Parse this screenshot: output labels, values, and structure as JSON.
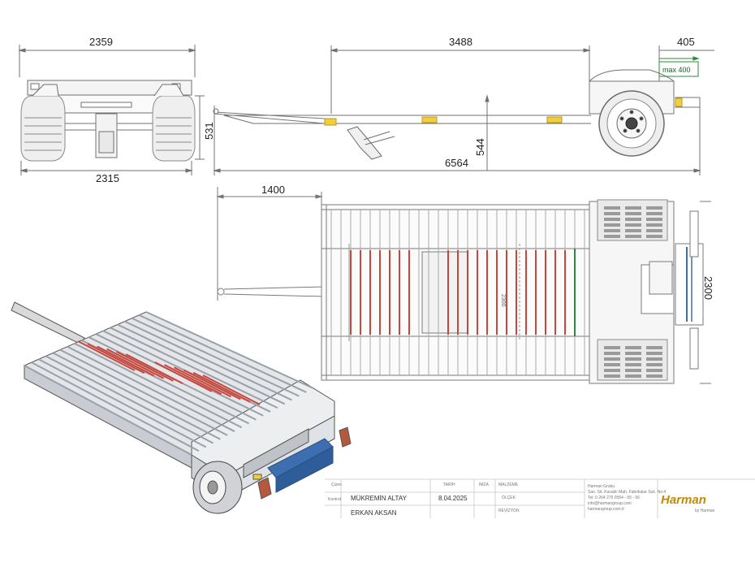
{
  "drawing": {
    "front_view": {
      "overall_width": "2359",
      "track_width": "2315",
      "height": "531"
    },
    "side_view": {
      "wheelbase": "3488",
      "drawbar_extension": "405",
      "max_extension_note": "max 400",
      "bed_height": "544",
      "overall_length": "6564"
    },
    "top_view": {
      "drawbar_length": "1400",
      "inner_width": "2300",
      "centre_label": "2300"
    },
    "title_block": {
      "designer_label": "Çizen",
      "designer_name": "MÜKREMİN ALTAY",
      "date_label": "TARİH",
      "date_value": "8.04.2025",
      "signature_label": "İMZA",
      "material_label": "MALZEME",
      "scale_label": "ÖLÇEK",
      "revision_label": "REVİZYON",
      "approver_label": "Kontrol",
      "approver_name": "ERKAN AKSAN",
      "company_lines": [
        "Harman Grubu",
        "San. Sit. Kavaklı Mah. Fabrikalar Sok. No:4",
        "Tel: 0 264 275 0054 - 55 - 56",
        "info@harmangroup.com",
        "harmangroup.com.tr"
      ],
      "logo_text": "Harman",
      "logo_sub": "by Harman"
    },
    "colors": {
      "line": "#6b6b6b",
      "slat_red": "#c8463b",
      "green": "#2c8a3a",
      "yellow": "#f2cf3a",
      "blue": "#3d6fb0",
      "logo": "#c48a00"
    }
  }
}
